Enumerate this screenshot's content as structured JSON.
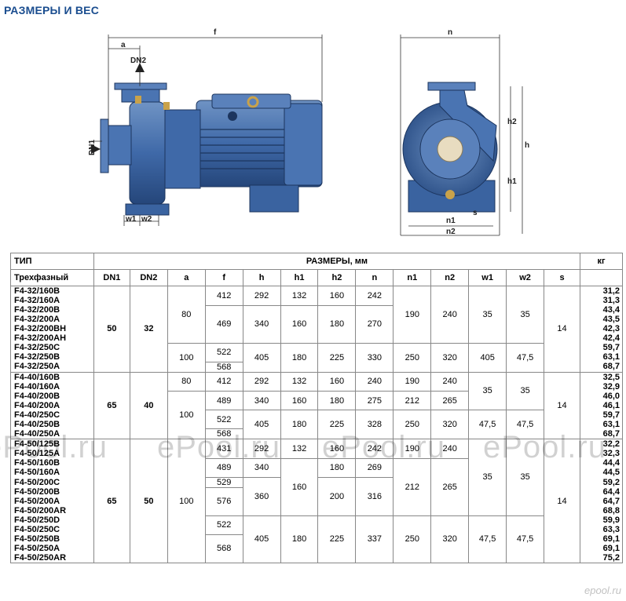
{
  "title": "РАЗМЕРЫ И ВЕС",
  "drawing": {
    "side_labels": [
      "f",
      "a",
      "DN2",
      "DN1",
      "w1",
      "w2"
    ],
    "front_labels": [
      "n",
      "h2",
      "h",
      "h1",
      "n1",
      "s",
      "n2"
    ]
  },
  "table": {
    "header_row1": {
      "type": "ТИП",
      "dims": "РАЗМЕРЫ, мм",
      "kg": "кг"
    },
    "header_row2": {
      "type": "Трехфазный",
      "cols": [
        "DN1",
        "DN2",
        "a",
        "f",
        "h",
        "h1",
        "h2",
        "n",
        "n1",
        "n2",
        "w1",
        "w2",
        "s"
      ]
    },
    "models": [
      "F4-32/160B",
      "F4-32/160A",
      "F4-32/200B",
      "F4-32/200A",
      "F4-32/200BH",
      "F4-32/200AH",
      "F4-32/250C",
      "F4-32/250B",
      "F4-32/250A",
      "F4-40/160B",
      "F4-40/160A",
      "F4-40/200B",
      "F4-40/200A",
      "F4-40/250C",
      "F4-40/250B",
      "F4-40/250A",
      "F4-50/125B",
      "F4-50/125A",
      "F4-50/160B",
      "F4-50/160A",
      "F4-50/200C",
      "F4-50/200B",
      "F4-50/200A",
      "F4-50/200AR",
      "F4-50/250D",
      "F4-50/250C",
      "F4-50/250B",
      "F4-50/250A",
      "F4-50/250AR"
    ],
    "weights": [
      "31,2",
      "31,3",
      "43,4",
      "43,5",
      "42,3",
      "42,4",
      "59,7",
      "63,1",
      "68,7",
      "32,5",
      "32,9",
      "46,0",
      "46,1",
      "59,7",
      "63,1",
      "68,7",
      "32,2",
      "32,3",
      "44,4",
      "44,5",
      "59,2",
      "64,4",
      "64,7",
      "68,8",
      "59,9",
      "63,3",
      "69,1",
      "69,1",
      "75,2"
    ],
    "values": {
      "g1_dn1": "50",
      "g1_dn2": "32",
      "g1_a1": "80",
      "g1_a2": "100",
      "g1_f1": "412",
      "g1_f2": "469",
      "g1_f3": "522",
      "g1_f4": "568",
      "g1_h1": "292",
      "g1_h2": "340",
      "g1_h3": "405",
      "g1_h1_1": "132",
      "g1_h1_2": "160",
      "g1_h1_3": "180",
      "g1_h2_1": "160",
      "g1_h2_2": "180",
      "g1_h2_3": "225",
      "g1_n1": "242",
      "g1_n2": "270",
      "g1_n3": "330",
      "g1_n1a": "190",
      "g1_n1b": "250",
      "g1_n2a": "240",
      "g1_n2b": "320",
      "g1_w1a": "35",
      "g1_w1b": "405",
      "g1_w2a": "35",
      "g1_w2b": "47,5",
      "g1_s": "14",
      "g2_dn1": "65",
      "g2_dn2": "40",
      "g2_a1": "80",
      "g2_a2": "100",
      "g2_f1": "412",
      "g2_f2": "489",
      "g2_f3": "522",
      "g2_f4": "568",
      "g2_h1": "292",
      "g2_h2": "340",
      "g2_h3": "405",
      "g2_h1_1": "132",
      "g2_h1_2": "160",
      "g2_h1_3": "180",
      "g2_h2_1": "160",
      "g2_h2_2": "180",
      "g2_h2_3": "225",
      "g2_n1": "240",
      "g2_n2": "275",
      "g2_n3": "328",
      "g2_n1a": "190",
      "g2_n1b": "212",
      "g2_n1c": "250",
      "g2_n2a": "240",
      "g2_n2b": "265",
      "g2_n2c": "320",
      "g2_w1a": "35",
      "g2_w1b": "47,5",
      "g2_w2a": "35",
      "g2_w2b": "47,5",
      "g2_s": "14",
      "g3_dn1": "65",
      "g3_dn2": "50",
      "g3_a": "100",
      "g3_f1": "431",
      "g3_f2": "489",
      "g3_f3": "529",
      "g3_f4": "576",
      "g3_f5": "522",
      "g3_f6": "568",
      "g3_h1": "292",
      "g3_h2": "340",
      "g3_h3": "360",
      "g3_h4": "405",
      "g3_h1_1": "132",
      "g3_h1_2": "160",
      "g3_h1_3": "180",
      "g3_h2_1": "160",
      "g3_h2_2": "180",
      "g3_h2_3": "200",
      "g3_h2_4": "225",
      "g3_n1": "242",
      "g3_n2": "269",
      "g3_n3": "316",
      "g3_n4": "337",
      "g3_n1a": "190",
      "g3_n1b": "212",
      "g3_n1c": "250",
      "g3_n2a": "240",
      "g3_n2b": "265",
      "g3_n2c": "320",
      "g3_w1a": "35",
      "g3_w1b": "47,5",
      "g3_w2a": "35",
      "g3_w2b": "47,5",
      "g3_s": "14"
    }
  },
  "watermark": {
    "text": "ePool.ru",
    "site": "epool.ru"
  }
}
